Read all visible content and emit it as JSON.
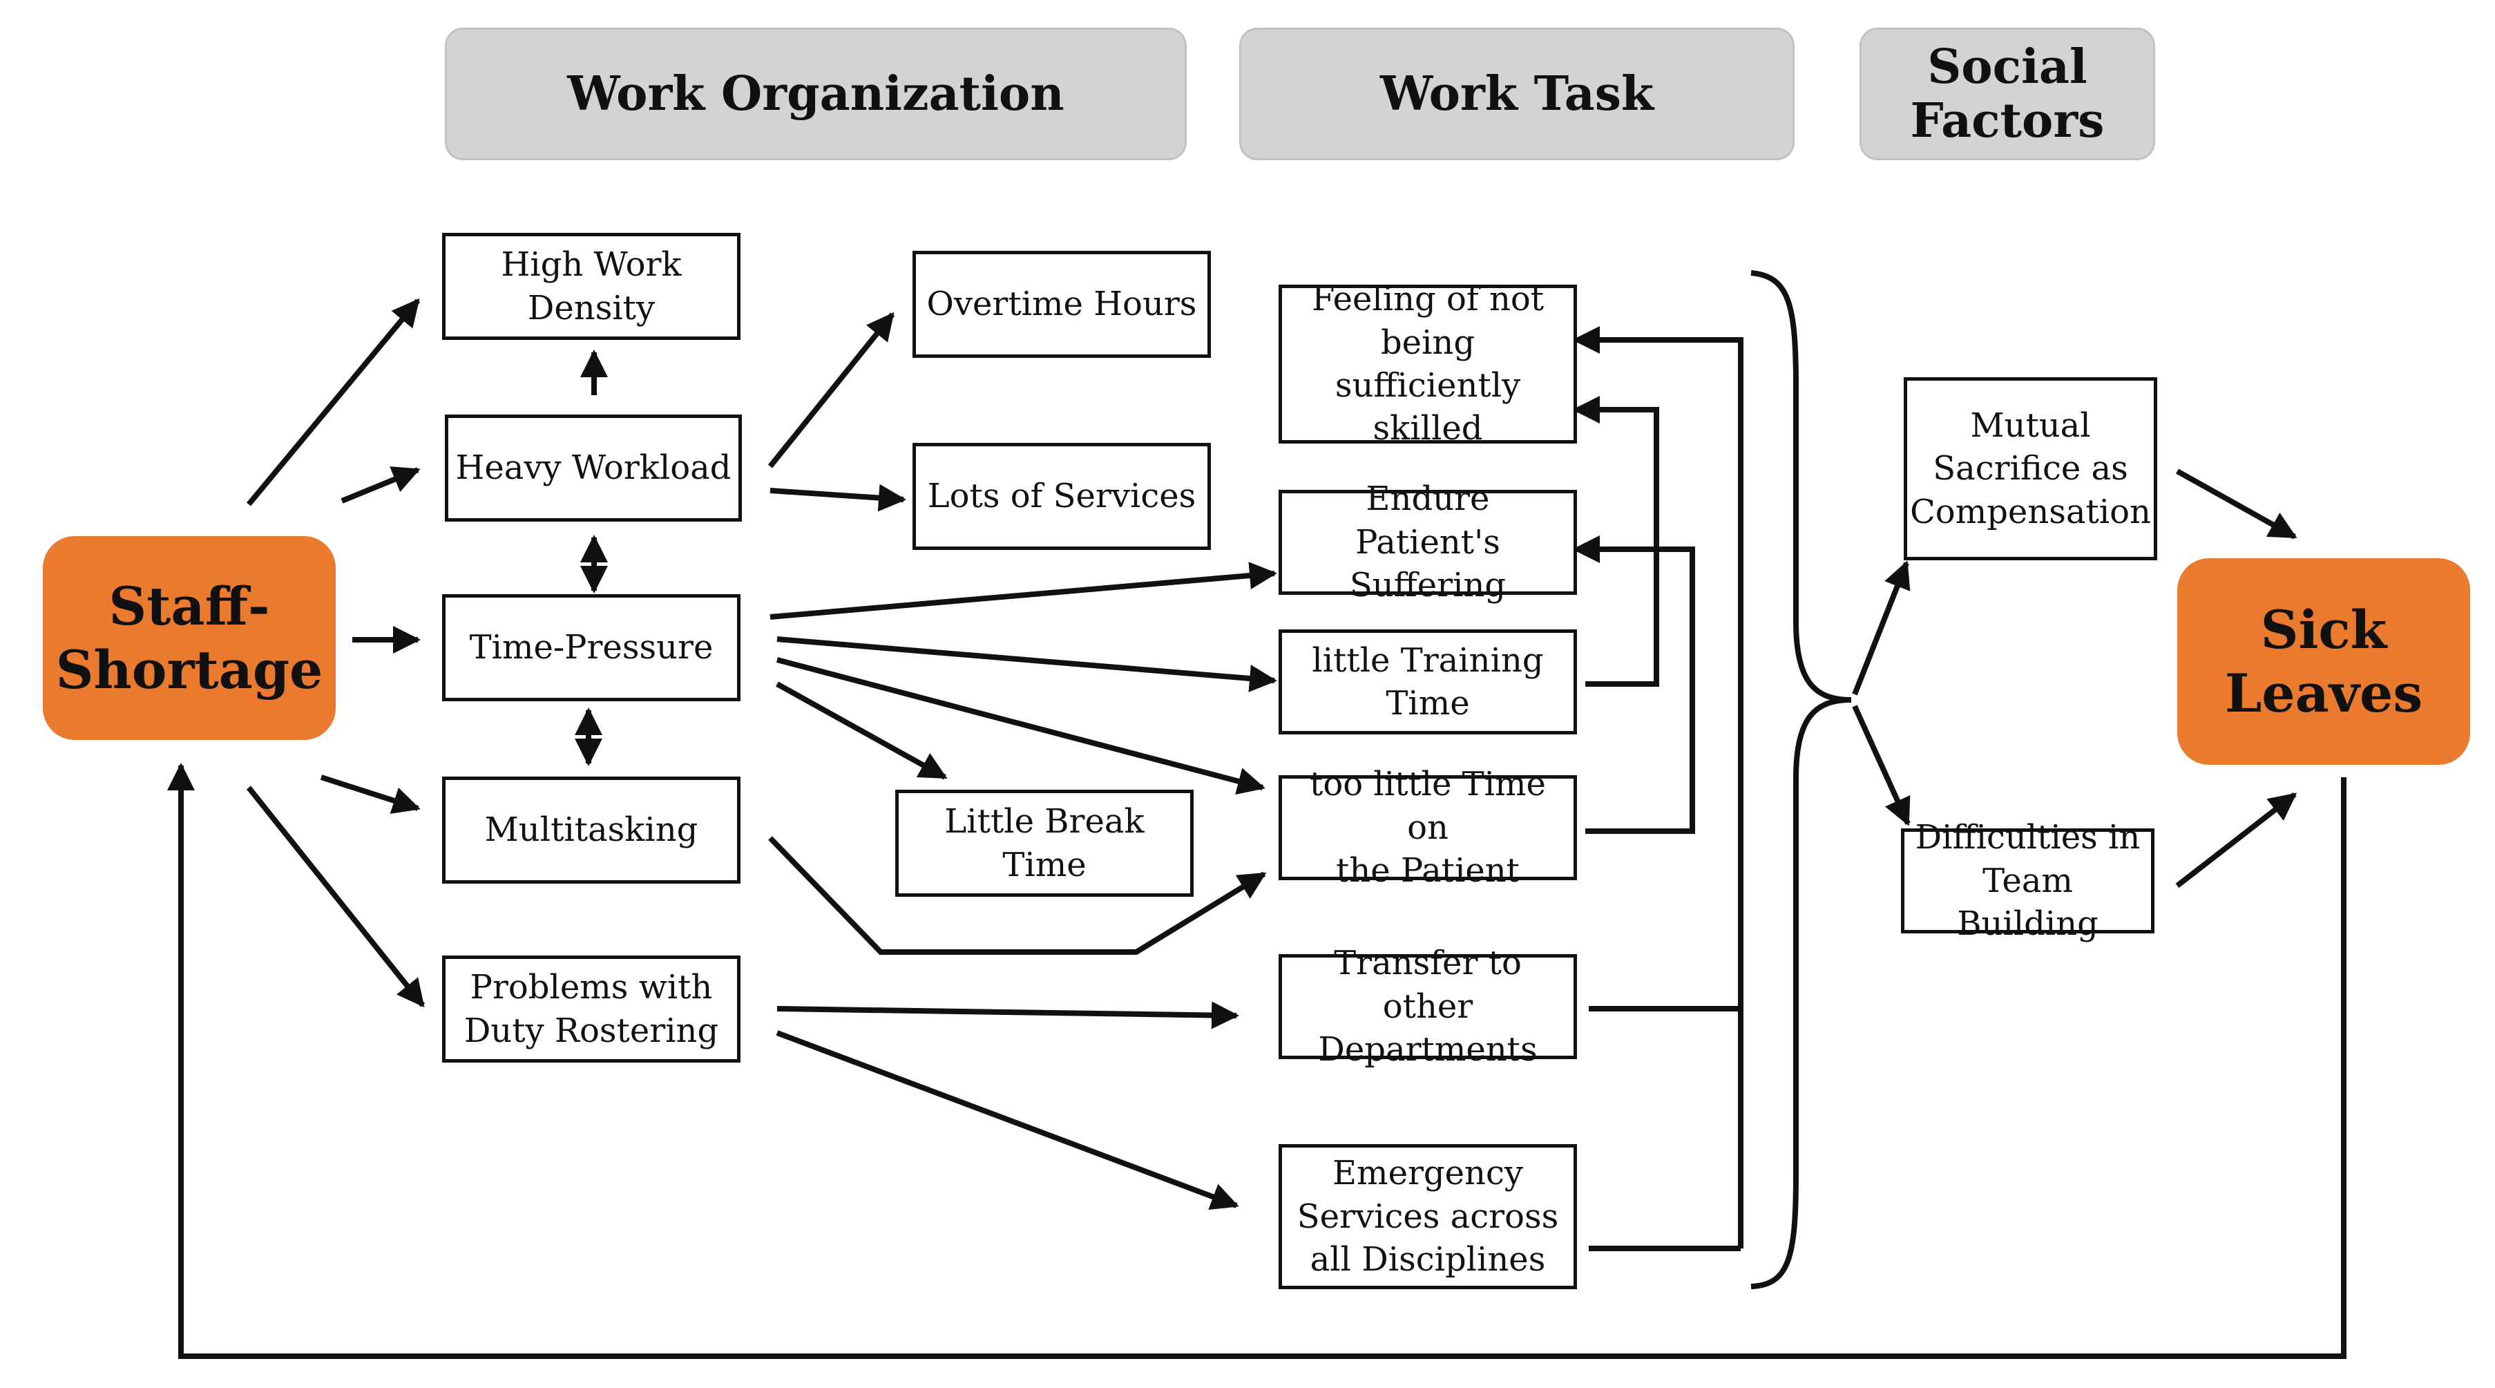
{
  "diagram": {
    "headers": {
      "work_organization": "Work Organization",
      "work_task": "Work Task",
      "social_factors": "Social\nFactors"
    },
    "hubs": {
      "staff_shortage": "Staff-\nShortage",
      "sick_leaves": "Sick\nLeaves"
    },
    "nodes": {
      "high_work_density": "High Work\nDensity",
      "heavy_workload": "Heavy Workload",
      "time_pressure": "Time-Pressure",
      "multitasking": "Multitasking",
      "problems_duty_rostering": "Problems with\nDuty Rostering",
      "overtime_hours": "Overtime Hours",
      "lots_of_services": "Lots of Services",
      "little_break_time": "Little Break Time",
      "feeling_not_skilled": "Feeling of not\nbeing sufficiently\nskilled",
      "endure_suffering": "Endure Patient's\nSuffering",
      "little_training_time": "little Training\nTime",
      "too_little_time_patient": "too little Time on\nthe Patient",
      "transfer_departments": "Transfer to other\nDepartments",
      "emergency_services": "Emergency\nServices across\nall Disciplines",
      "mutual_sacrifice": "Mutual\nSacrifice as\nCompensation",
      "team_building": "Difficulties in\nTeam Building"
    },
    "colors": {
      "hub_fill": "#ea7a2e",
      "header_fill": "#d3d3d3",
      "line": "#111111"
    }
  }
}
